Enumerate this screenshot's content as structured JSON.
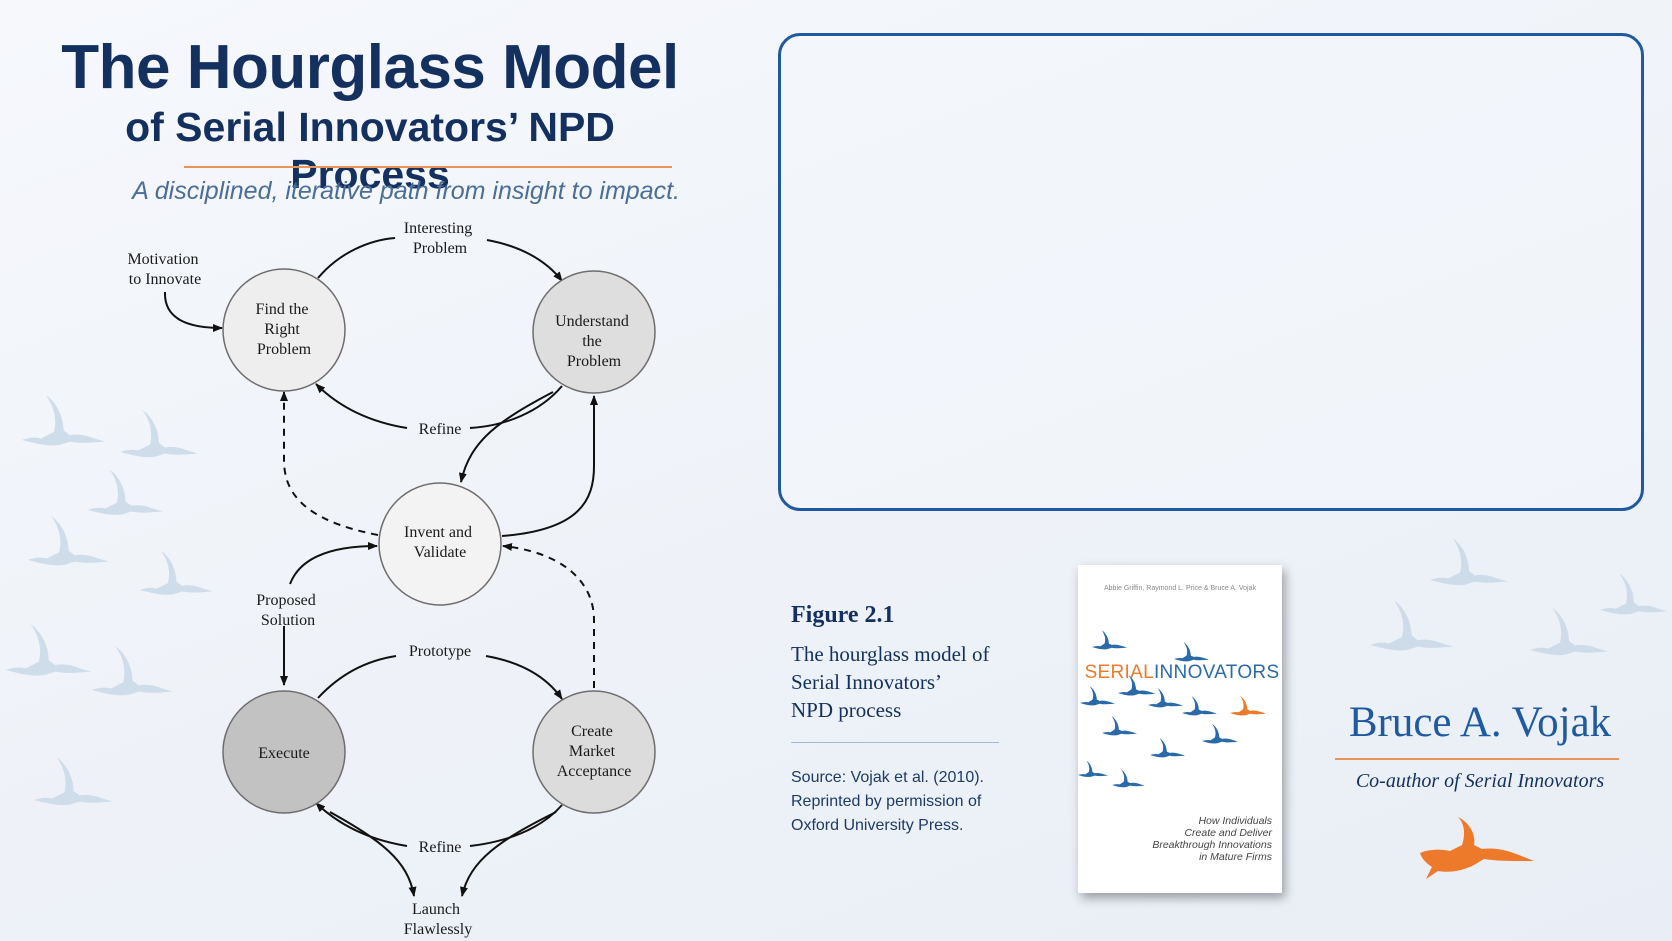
{
  "title": "The Hourglass Model",
  "subtitle": "of Serial Innovators’ NPD Process",
  "tagline": "A disciplined, iterative path from insight to impact.",
  "diagram": {
    "nodes": {
      "find": [
        "Find the",
        "Right",
        "Problem"
      ],
      "understand": [
        "Understand",
        "the",
        "Problem"
      ],
      "invent": [
        "Invent and",
        "Validate"
      ],
      "execute": [
        "Execute"
      ],
      "create": [
        "Create",
        "Market",
        "Acceptance"
      ]
    },
    "labels": {
      "motivation": [
        "Motivation",
        "to Innovate"
      ],
      "interesting": [
        "Interesting",
        "Problem"
      ],
      "refine_top": "Refine",
      "proposed": [
        "Proposed",
        "Solution"
      ],
      "prototype": "Prototype",
      "refine_bottom": "Refine",
      "launch": [
        "Launch",
        "Flawlessly"
      ]
    }
  },
  "figure": {
    "label": "Figure 2.1",
    "description": [
      "The hourglass model of",
      "Serial Innovators’",
      "NPD process"
    ],
    "source_label": "Source:",
    "source_lines": [
      " Vojak et al. (2010).",
      "Reprinted by permission of",
      "Oxford University Press."
    ]
  },
  "book": {
    "authors": "Abbie Griffin, Raymond L. Price & Bruce A. Vojak",
    "title_part1": "SERIAL",
    "title_part2": "INNOVATORS",
    "subtitle": [
      "How Individuals",
      "Create and Deliver",
      "Breakthrough Innovations",
      "in Mature Firms"
    ]
  },
  "author": {
    "name": "Bruce A. Vojak",
    "role": "Co-author of Serial Innovators"
  },
  "colors": {
    "navy": "#14305e",
    "accent_orange": "#e8945a",
    "frame_blue": "#1f5aa0",
    "bird_pale": "#c9d8e8"
  },
  "icons": [
    "crane-bird-icon",
    "orange-crane-icon"
  ]
}
